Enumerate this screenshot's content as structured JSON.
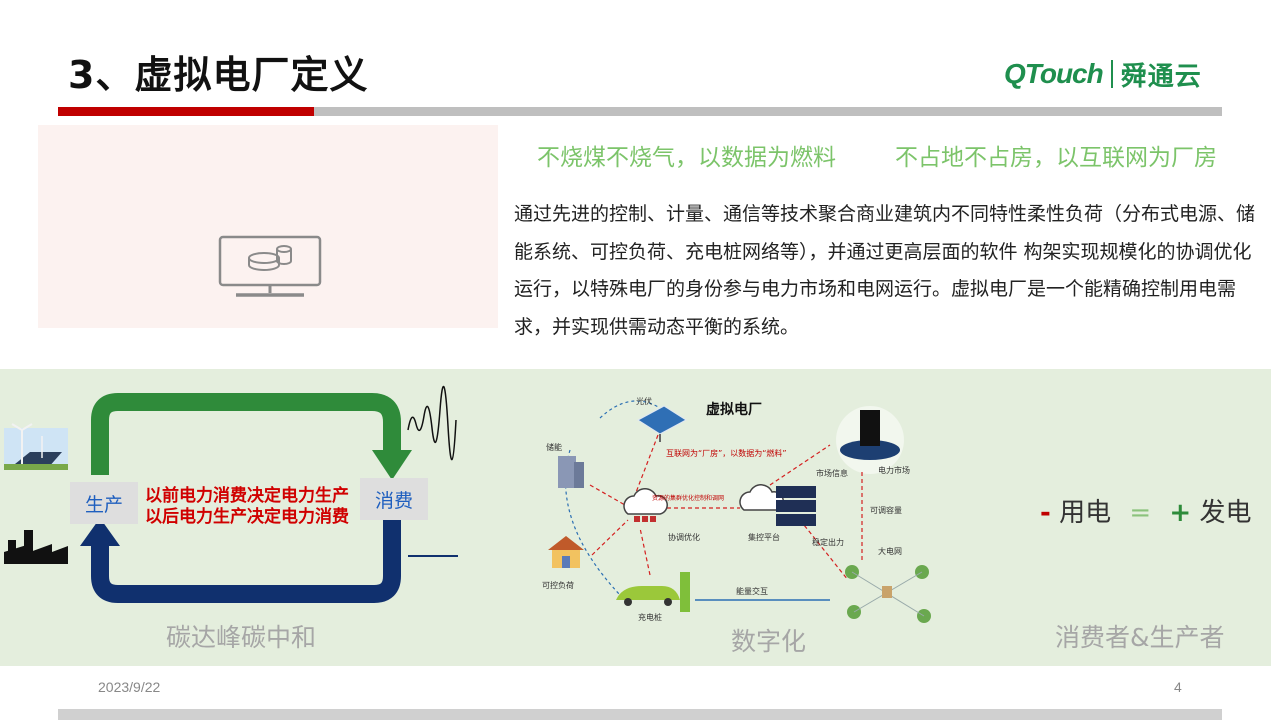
{
  "slide": {
    "title": "3、虚拟电厂定义",
    "logo": {
      "latin": "QTouch",
      "chinese": "舜通云"
    },
    "slogan_left": "不烧煤不烧气，以数据为燃料",
    "slogan_right": "不占地不占房，以互联网为厂房",
    "paragraph": "通过先进的控制、计量、通信等技术聚合商业建筑内不同特性柔性负荷（分布式电源、储能系统、可控负荷、充电桩网络等），并通过更高层面的软件 构架实现规模化的协调优化运行，以特殊电厂的身份参与电力市场和电网运行。虚拟电厂是一个能精确控制用电需求，并实现供需动态平衡的系统。",
    "cycle": {
      "produce": "生产",
      "consume": "消费",
      "line1": "以前电力消费决定电力生产",
      "line2": "以后电力生产决定电力消费",
      "caption": "碳达峰碳中和"
    },
    "vpp": {
      "title": "虚拟电厂",
      "pv": "光伏",
      "storage": "储能",
      "load": "可控负荷",
      "charger": "充电桩",
      "coord": "协调优化",
      "platform": "集控平台",
      "market": "电力市场",
      "grid": "大电网",
      "slogan": "互联网为“厂房”，以数据为“燃料”",
      "market_info": "市场信息",
      "adjust_cap": "可调容量",
      "stable_output": "稳定出力",
      "energy_exchange": "能量交互",
      "link_note": "资源的集群优化控制和调网",
      "caption": "数字化"
    },
    "equation": {
      "minus": "-",
      "use": "用电",
      "equals": "=",
      "plus": "+",
      "gen": "发电",
      "caption": "消费者&生产者"
    },
    "footer": {
      "date": "2023/9/22",
      "page": "4"
    }
  }
}
